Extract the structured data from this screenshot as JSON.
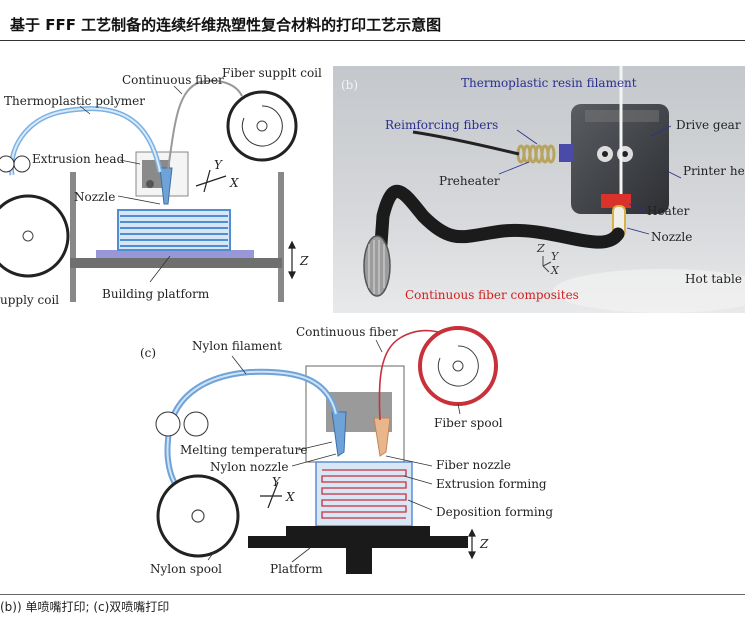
{
  "title": "基于 FFF 工艺制备的连续纤维热塑性复合材料的打印工艺示意图",
  "caption": "(b)) 单喷嘴打印; (c)双喷嘴打印",
  "colors": {
    "polymer_blue": "#6fa3d8",
    "fiber_red": "#c8303a",
    "frame_gray": "#777777",
    "platform_purple": "#8a8ad0",
    "layer_blue": "#5a9ad6",
    "photo_bg": "#c9ccd0",
    "label_blue": "#2a2f8f",
    "label_red": "#d02020"
  },
  "panel_a": {
    "labels": {
      "continuous_fiber": "Continuous fiber",
      "fiber_supply_coil": "Fiber supplt coil",
      "thermoplastic_polymer": "Thermoplastic polymer",
      "extrusion_head": "Extrusion head",
      "nozzle": "Nozzle",
      "supply_coil": "upply coil",
      "building_platform": "Building platform"
    },
    "axes": {
      "x": "X",
      "y": "Y",
      "z": "Z"
    }
  },
  "panel_b": {
    "tag": "(b)",
    "labels": {
      "resin_filament": "Thermoplastic resin filament",
      "reinforcing_fibers": "Reimforcing fibers",
      "drive_gear": "Drive gear",
      "printer_head": "Printer head",
      "preheater": "Preheater",
      "heater": "Heater",
      "nozzle": "Nozzle",
      "hot_table": "Hot table",
      "composites": "Continuous fiber composites"
    },
    "axes": {
      "x": "X",
      "y": "Y",
      "z": "Z"
    }
  },
  "panel_c": {
    "tag": "(c)",
    "labels": {
      "nylon_filament": "Nylon filament",
      "continuous_fiber": "Continuous fiber",
      "fiber_spool": "Fiber spool",
      "melting_temperature": "Melting temperature",
      "nylon_nozzle": "Nylon nozzle",
      "fiber_nozzle": "Fiber nozzle",
      "extrusion_forming": "Extrusion forming",
      "deposition_forming": "Deposition forming",
      "nylon_spool": "Nylon spool",
      "platform": "Platform"
    },
    "axes": {
      "x": "X",
      "y": "Y",
      "z": "Z"
    }
  }
}
